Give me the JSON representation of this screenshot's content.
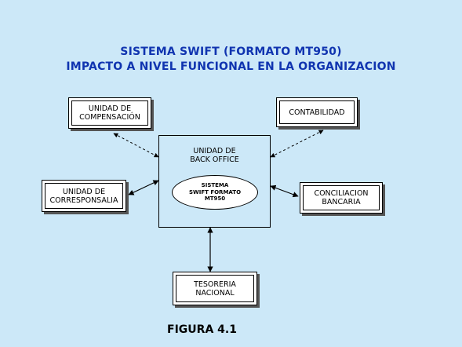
{
  "title": {
    "line1": "SISTEMA SWIFT (FORMATO MT950)",
    "line2": "IMPACTO A NIVEL FUNCIONAL EN LA ORGANIZACION"
  },
  "nodes": {
    "compensacion": "UNIDAD DE\nCOMPENSACIÓN",
    "contabilidad": "CONTABILIDAD",
    "back_office": "UNIDAD DE\nBACK OFFICE",
    "swift": "SISTEMA\nSWIFT FORMATO\nMT950",
    "corresponsalia": "UNIDAD DE\nCORRESPONSALIA",
    "conciliacion": "CONCILIACION\nBANCARIA",
    "tesoreria": "TESORERIA\nNACIONAL"
  },
  "edges": [
    {
      "from": "compensacion",
      "to": "back_office",
      "style": "dashed",
      "arrows": "both"
    },
    {
      "from": "contabilidad",
      "to": "back_office",
      "style": "dashed",
      "arrows": "both"
    },
    {
      "from": "corresponsalia",
      "to": "back_office",
      "style": "solid",
      "arrows": "both"
    },
    {
      "from": "conciliacion",
      "to": "back_office",
      "style": "solid",
      "arrows": "both"
    },
    {
      "from": "tesoreria",
      "to": "back_office",
      "style": "solid",
      "arrows": "both"
    }
  ],
  "caption": "FIGURA 4.1",
  "colors": {
    "background": "#cce8f8",
    "title": "#1034b0",
    "box_fill": "#ffffff",
    "border": "#000000"
  }
}
